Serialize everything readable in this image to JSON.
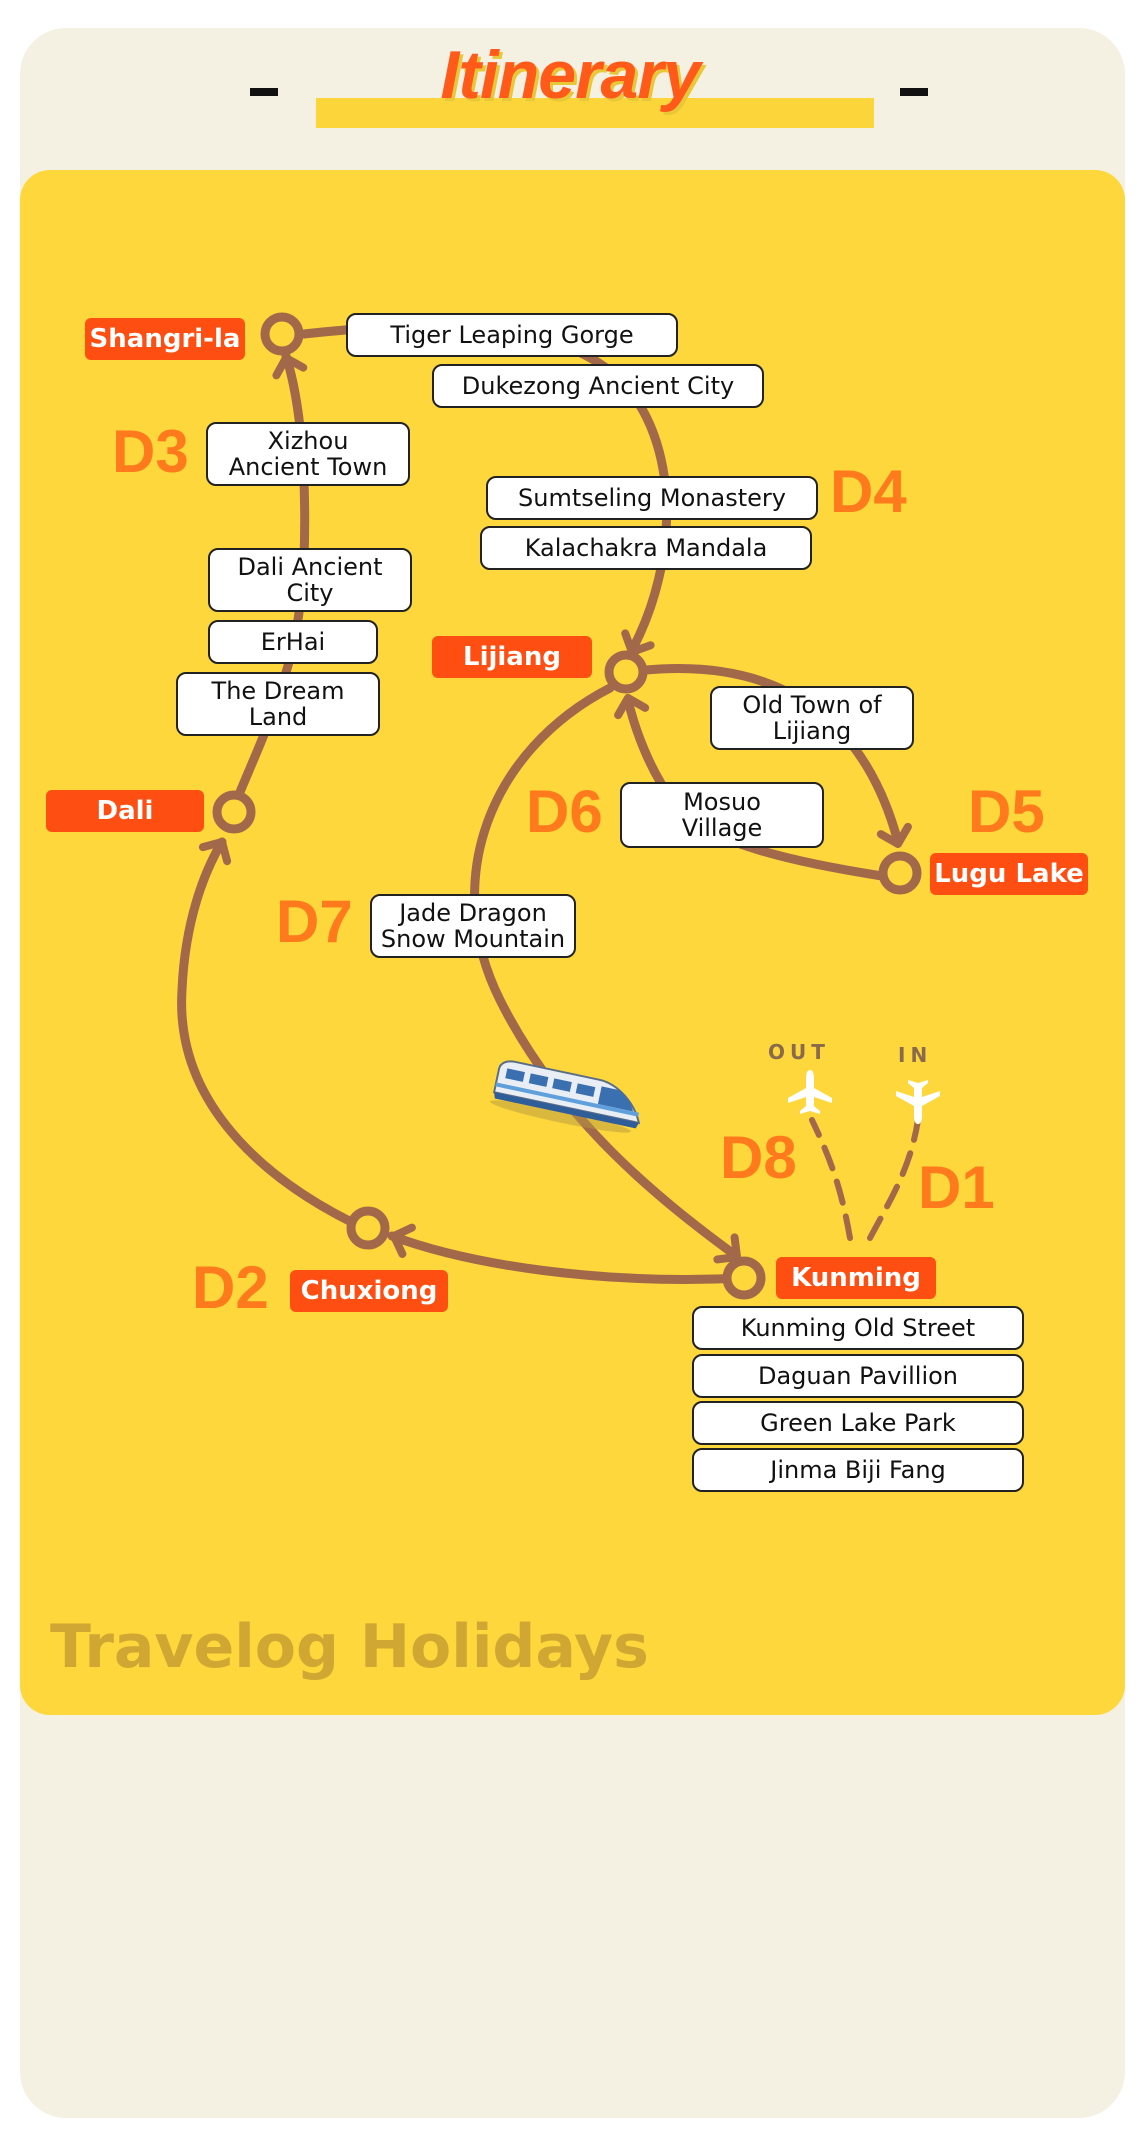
{
  "header": {
    "title": "Itinerary"
  },
  "cities": {
    "shangrila": "Shangri-la",
    "lijiang": "Lijiang",
    "dali": "Dali",
    "lugu": "Lugu Lake",
    "kunming": "Kunming",
    "chuxiong": "Chuxiong"
  },
  "spots": {
    "tiger_leaping": "Tiger Leaping Gorge",
    "dukezong": "Dukezong Ancient City",
    "xizhou": "Xizhou\nAncient Town",
    "sumtseling": "Sumtseling Monastery",
    "kalachakra": "Kalachakra Mandala",
    "dali_ancient": "Dali Ancient\nCity",
    "erhai": "ErHai",
    "dream_land": "The Dream\nLand",
    "old_town_lijiang": "Old Town of\nLijiang",
    "mosuo": "Mosuo\nVillage",
    "jade_dragon": "Jade Dragon\nSnow Mountain",
    "kunming_old_street": "Kunming Old Street",
    "daguan": "Daguan Pavillion",
    "green_lake": "Green Lake Park",
    "jinma": "Jinma Biji Fang"
  },
  "days": {
    "d1": "D1",
    "d2": "D2",
    "d3": "D3",
    "d4": "D4",
    "d5": "D5",
    "d6": "D6",
    "d7": "D7",
    "d8": "D8"
  },
  "flights": {
    "out": "OUT",
    "in": "IN"
  },
  "brand": "Travelog Holidays",
  "colors": {
    "panel": "#fdd73b",
    "route": "#a2684a",
    "city": "#ff4e12",
    "day": "#ff7a1c",
    "title": "#ff5a1a"
  },
  "icons": [
    "plane-out-icon",
    "plane-in-icon",
    "train-icon"
  ]
}
